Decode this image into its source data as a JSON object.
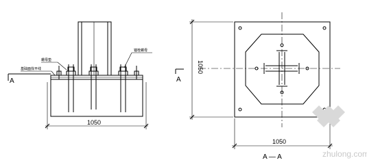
{
  "left_view": {
    "dimension": "1050",
    "section_marker": "A",
    "callouts": {
      "top_left": "螺母垫",
      "mid_left": "基础面找平线",
      "top_right": "锚栓螺母"
    }
  },
  "right_view": {
    "width_dimension": "1050",
    "height_dimension": "1050",
    "section_marker": "A",
    "caption": "A — A"
  },
  "watermark": {
    "text": "zhulong.com"
  }
}
